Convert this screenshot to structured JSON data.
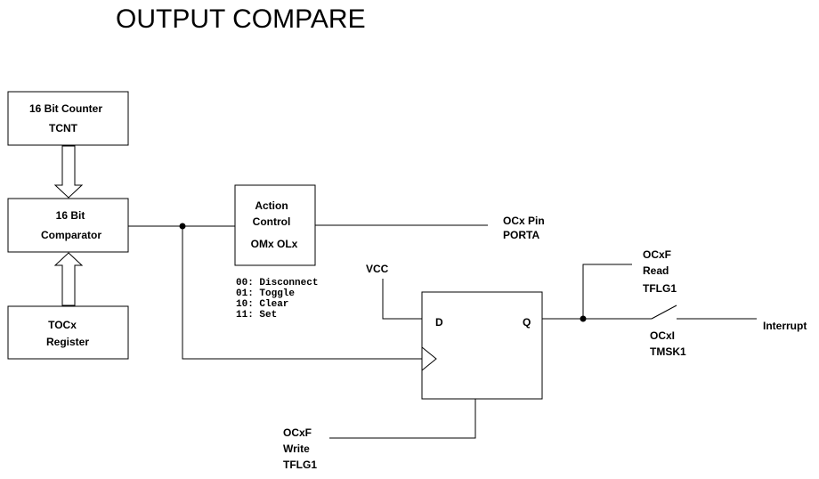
{
  "title": "OUTPUT COMPARE",
  "counter": {
    "line1": "16 Bit Counter",
    "line2": "TCNT"
  },
  "comparator": {
    "line1": "16 Bit",
    "line2": "Comparator"
  },
  "tocx": {
    "line1": "TOCx",
    "line2": "Register"
  },
  "action": {
    "line1": "Action",
    "line2": "Control",
    "line3": "OMx OLx"
  },
  "modes": [
    "00: Disconnect",
    "01: Toggle",
    "10: Clear",
    "11: Set"
  ],
  "ocx_pin": {
    "line1": "OCx Pin",
    "line2": "PORTA"
  },
  "vcc": "VCC",
  "flipflop": {
    "d": "D",
    "q": "Q"
  },
  "ocxf_read": {
    "line1": "OCxF",
    "line2": "Read",
    "line3": "TFLG1"
  },
  "ocxi": {
    "line1": "OCxI",
    "line2": "TMSK1"
  },
  "interrupt": "Interrupt",
  "ocxf_write": {
    "line1": "OCxF",
    "line2": "Write",
    "line3": "TFLG1"
  }
}
